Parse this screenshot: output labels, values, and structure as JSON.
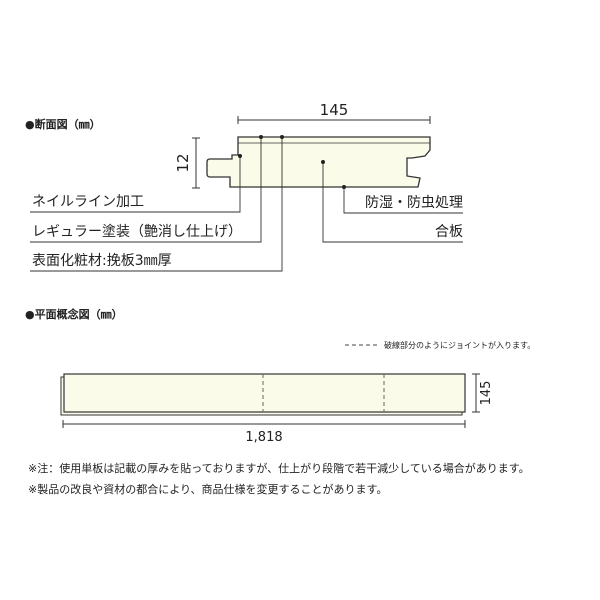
{
  "section": {
    "heading": "●断面図（㎜）",
    "width_label": "145",
    "thickness_label": "12",
    "labels": {
      "nail_line": "ネイルライン加工",
      "coating": "レギュラー塗装（艶消し仕上げ）",
      "surface": "表面化粧材:挽板3㎜厚",
      "moisture": "防湿・防虫処理",
      "plywood": "合板"
    }
  },
  "plan": {
    "heading": "●平面概念図（㎜）",
    "legend": "破線部分のようにジョイントが入ります。",
    "length_label": "1,818",
    "width_label": "145"
  },
  "notes": [
    "※注：使用単板は記載の厚みを貼っておりますが、仕上がり段階で若干減少している場合があります。",
    "※製品の改良や資材の都合により、商品仕様を変更することがあります。"
  ],
  "colors": {
    "board_fill": "#fbfbe9",
    "line": "#333333"
  }
}
